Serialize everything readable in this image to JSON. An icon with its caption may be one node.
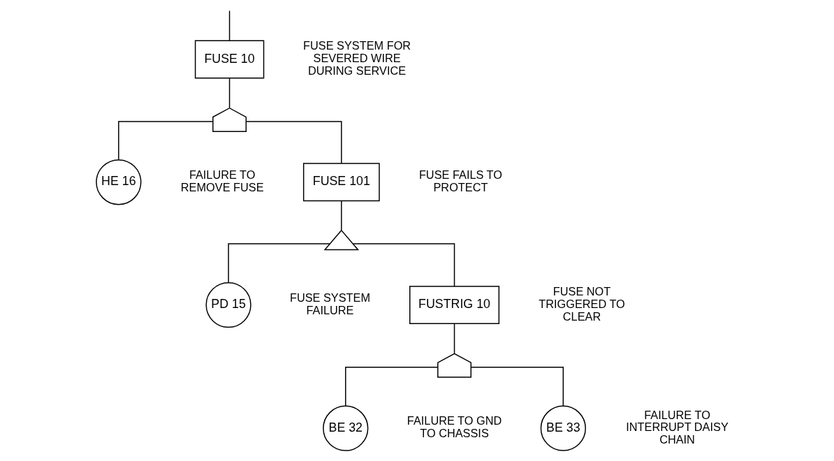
{
  "diagram": {
    "nodes": [
      {
        "text": [
          "FUSE 10"
        ],
        "beside": [
          "FUSE SYSTEM FOR SEVERED WIRE DURING SERVICE"
        ]
      },
      {
        "text": [],
        "shape": "dome"
      },
      {
        "text": [
          "HE 16"
        ],
        "beside": [
          "FAILURE TO REMOVE FUSE"
        ]
      },
      {
        "text": [
          "FUSE 101"
        ],
        "beside": [
          "FUSE FAILS TO PROTECT"
        ]
      },
      {
        "text": [],
        "shape": "shield"
      },
      {
        "text": [
          "PD 15"
        ],
        "beside": [
          "FUSE SYSTEM FAILURE"
        ]
      },
      {
        "text": [
          "FUSTRIG 10"
        ],
        "beside": [
          "FUSE NOT TRIGGERED TO CLEAR"
        ]
      },
      {
        "text": [],
        "shape": "dome"
      },
      {
        "text": [
          "BE 32"
        ],
        "beside": [
          "FAILURE TO GND TO CHASSIS"
        ]
      },
      {
        "text": [
          "BE 33"
        ],
        "beside": [
          "FAILURE TO INTERRUPT DAISY CHAIN"
        ]
      }
    ],
    "edges": [
      {
        "from": null,
        "to": 0,
        "arrow": "none"
      },
      {
        "from": 0,
        "to": 1,
        "arrow": "none"
      },
      {
        "from": 1,
        "to": 2,
        "arrow": "none"
      },
      {
        "from": 1,
        "to": 3,
        "arrow": "none"
      },
      {
        "from": 3,
        "to": 4,
        "arrow": "none"
      },
      {
        "from": 4,
        "to": 5,
        "arrow": "none"
      },
      {
        "from": 4,
        "to": 6,
        "arrow": "none"
      },
      {
        "from": 6,
        "to": 7,
        "arrow": "none"
      },
      {
        "from": 7,
        "to": 8,
        "arrow": "none"
      },
      {
        "from": 7,
        "to": 9,
        "arrow": "none"
      }
    ]
  }
}
